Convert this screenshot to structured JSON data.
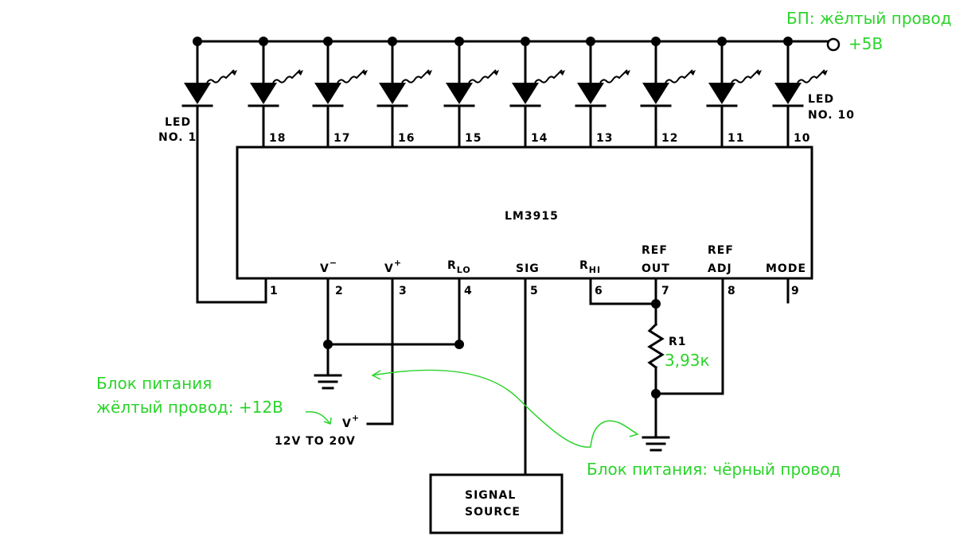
{
  "chip": {
    "name": "LM3915",
    "top_pins": [
      "18",
      "17",
      "16",
      "15",
      "14",
      "13",
      "12",
      "11",
      "10"
    ],
    "bottom_pins": [
      {
        "num": "1",
        "label": ""
      },
      {
        "num": "2",
        "label": "V",
        "sup": "−"
      },
      {
        "num": "3",
        "label": "V",
        "sup": "+"
      },
      {
        "num": "4",
        "label": "R",
        "sub": "LO"
      },
      {
        "num": "5",
        "label": "SIG"
      },
      {
        "num": "6",
        "label": "R",
        "sub": "HI"
      },
      {
        "num": "7",
        "label": "REF",
        "label2": "OUT"
      },
      {
        "num": "8",
        "label": "REF",
        "label2": "ADJ"
      },
      {
        "num": "9",
        "label": "MODE"
      }
    ]
  },
  "leds": {
    "first_label_line1": "LED",
    "first_label_line2": "NO. 1",
    "last_label_line1": "LED",
    "last_label_line2": "NO. 10"
  },
  "resistor": {
    "name": "R1",
    "value": "3,93к"
  },
  "supply": {
    "v_plus_label": "V",
    "v_plus_sup": "+",
    "range": "12V TO 20V"
  },
  "signal_source": {
    "line1": "SIGNAL",
    "line2": "SOURCE"
  },
  "annotations": {
    "top_right_line1": "БП: жёлтый провод",
    "top_right_line2": "+5В",
    "left_line1": "Блок питания",
    "left_line2": "жёлтый провод: +12В",
    "bottom_right": "Блок питания: чёрный провод"
  },
  "colors": {
    "annotation": "#2bd42b",
    "ink": "#000000"
  }
}
